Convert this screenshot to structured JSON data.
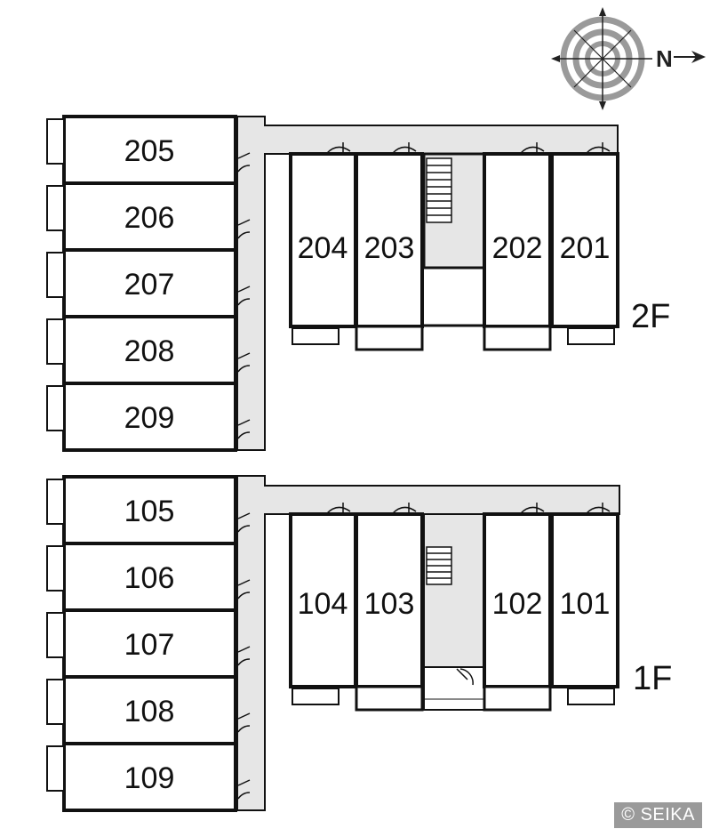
{
  "floors": [
    {
      "label": "2F",
      "west_units": [
        "205",
        "206",
        "207",
        "208",
        "209"
      ],
      "east_units": [
        "204",
        "203",
        "202",
        "201"
      ]
    },
    {
      "label": "1F",
      "west_units": [
        "105",
        "106",
        "107",
        "108",
        "109"
      ],
      "east_units": [
        "104",
        "103",
        "102",
        "101"
      ]
    }
  ],
  "compass": {
    "north_letter": "N"
  },
  "copyright": "© SEIKA",
  "colors": {
    "corridor": "#e6e6e6",
    "wall": "#111111",
    "accent_gray": "#9a9a9a"
  }
}
